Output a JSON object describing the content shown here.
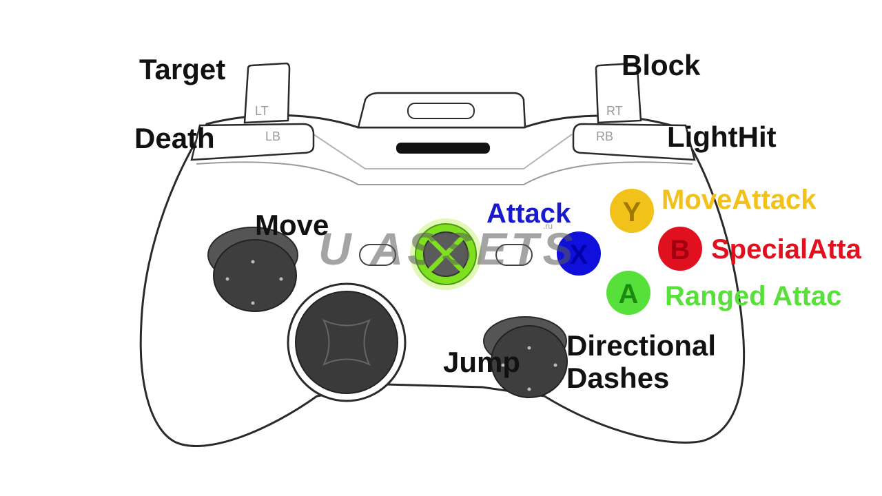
{
  "labels": {
    "target": "Target",
    "block": "Block",
    "death": "Death",
    "lighthit": "LightHit",
    "move": "Move",
    "attack": "Attack",
    "move_attack": "MoveAttack",
    "special_attack": "SpecialAtta",
    "ranged_attack": "Ranged Attac",
    "jump": "Jump",
    "directional_line1": "Directional",
    "directional_line2": "Dashes"
  },
  "triggers": {
    "lt": "LT",
    "rt": "RT",
    "lb": "LB",
    "rb": "RB"
  },
  "face_buttons": {
    "y": "Y",
    "b": "B",
    "a": "A",
    "x": "X"
  },
  "watermark": {
    "text": "U ASSETS",
    "suffix": ".ru"
  },
  "colors": {
    "attack": "#1a1acc",
    "move_attack": "#f2c21b",
    "special_attack": "#e0101e",
    "ranged_attack": "#58e03a",
    "guide_button": "#7fe020",
    "outline": "#2a2a2a",
    "stick_fill": "#3e3e3e"
  },
  "icons": [
    "xbox-guide-icon",
    "left-stick-icon",
    "right-stick-icon",
    "dpad-icon"
  ]
}
